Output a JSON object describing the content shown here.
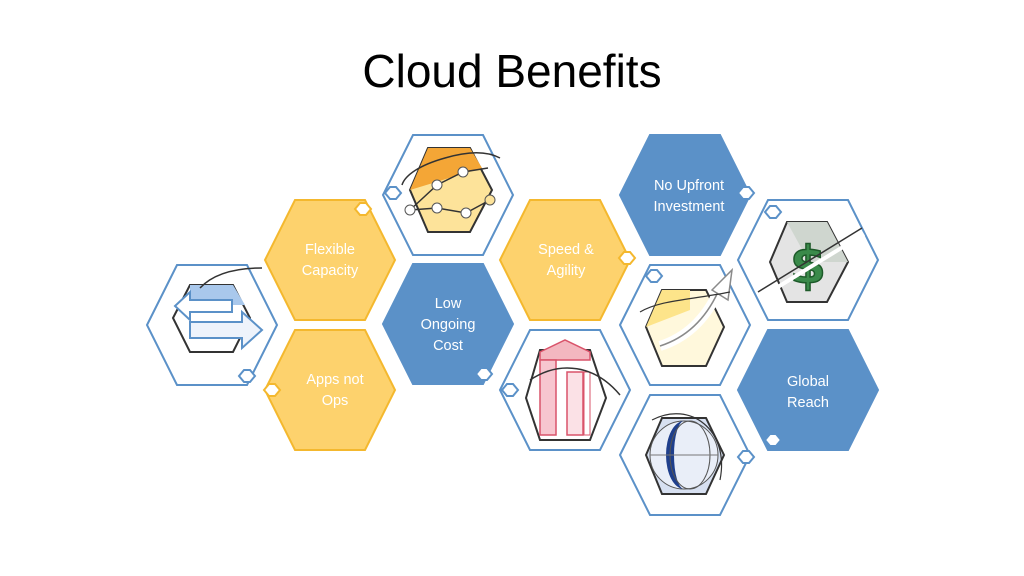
{
  "title": "Cloud Benefits",
  "colors": {
    "blue_fill": "#5b91c8",
    "blue_stroke": "#5b91c8",
    "yellow_fill": "#fdd26d",
    "yellow_stroke": "#f4b82e",
    "icon_outline": "#5b91c8",
    "label_dark": "#ffffff"
  },
  "text_hexes": [
    {
      "id": "flexible-capacity",
      "lines": [
        "Flexible",
        "Capacity"
      ],
      "color": "yellow"
    },
    {
      "id": "apps-not-ops",
      "lines": [
        "Apps not",
        "Ops"
      ],
      "color": "yellow"
    },
    {
      "id": "low-ongoing-cost",
      "lines": [
        "Low",
        "Ongoing",
        "Cost"
      ],
      "color": "blue"
    },
    {
      "id": "speed-agility",
      "lines": [
        "Speed &",
        "Agility"
      ],
      "color": "yellow"
    },
    {
      "id": "no-upfront-investment",
      "lines": [
        "No Upfront",
        "Investment"
      ],
      "color": "blue"
    },
    {
      "id": "global-reach",
      "lines": [
        "Global",
        "Reach"
      ],
      "color": "blue"
    }
  ],
  "icon_hexes": [
    {
      "id": "arrows",
      "icon": "bidirectional-arrows-icon"
    },
    {
      "id": "chart",
      "icon": "line-chart-icon"
    },
    {
      "id": "bar",
      "icon": "bar-chart-icon"
    },
    {
      "id": "dollar",
      "icon": "no-dollar-icon"
    },
    {
      "id": "growth",
      "icon": "growth-arrow-icon"
    },
    {
      "id": "globe",
      "icon": "globe-icon"
    }
  ]
}
